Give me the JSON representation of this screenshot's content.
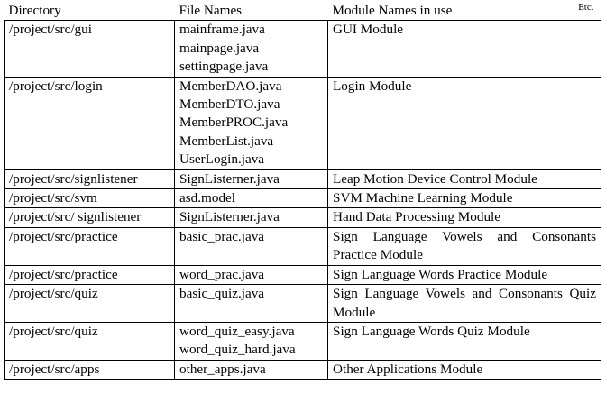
{
  "table": {
    "headers": {
      "directory": "Directory",
      "file_names": "File Names",
      "module_names": "Module Names in use",
      "etc": "Etc."
    },
    "rows": [
      {
        "directory": "/project/src/gui",
        "files": [
          "mainframe.java",
          "mainpage.java",
          "settingpage.java"
        ],
        "module": "GUI Module"
      },
      {
        "directory": "/project/src/login",
        "files": [
          "MemberDAO.java",
          "MemberDTO.java",
          "MemberPROC.java",
          "MemberList.java",
          "UserLogin.java"
        ],
        "module": "Login Module"
      },
      {
        "directory": "/project/src/signlistener",
        "files": [
          "SignListerner.java"
        ],
        "module": "Leap Motion Device Control Module"
      },
      {
        "directory": "/project/src/svm",
        "files": [
          "asd.model"
        ],
        "module": "SVM Machine Learning Module"
      },
      {
        "directory": "/project/src/ signlistener",
        "files": [
          "SignListerner.java"
        ],
        "module": "Hand Data Processing Module"
      },
      {
        "directory": "/project/src/practice",
        "files": [
          "basic_prac.java"
        ],
        "module": "Sign Language Vowels and Consonants Practice Module"
      },
      {
        "directory": "/project/src/practice",
        "files": [
          "word_prac.java"
        ],
        "module": "Sign Language Words Practice Module"
      },
      {
        "directory": "/project/src/quiz",
        "files": [
          "basic_quiz.java"
        ],
        "module": "Sign Language Vowels and Consonants Quiz Module"
      },
      {
        "directory": "/project/src/quiz",
        "files": [
          "word_quiz_easy.java",
          "word_quiz_hard.java"
        ],
        "module": "Sign Language Words Quiz Module"
      },
      {
        "directory": "/project/src/apps",
        "files": [
          "other_apps.java"
        ],
        "module": "Other Applications Module"
      }
    ]
  }
}
